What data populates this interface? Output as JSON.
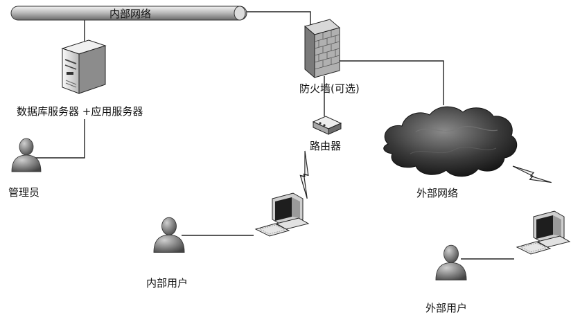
{
  "diagram": {
    "backbone_label": "内部网络",
    "server_label": "数据库服务器 +应用服务器",
    "admin_label": "管理员",
    "firewall_label": "防火墙(可选)",
    "router_label": "路由器",
    "internet_label": "外部网络",
    "internal_user_label": "内部用户",
    "external_user_label": "外部用户"
  },
  "colors": {
    "line": "#222222",
    "device_light": "#e8e8e8",
    "device_mid": "#9a9a9a",
    "device_dark": "#3c3c3c",
    "cloud": "#3a3a3a"
  }
}
